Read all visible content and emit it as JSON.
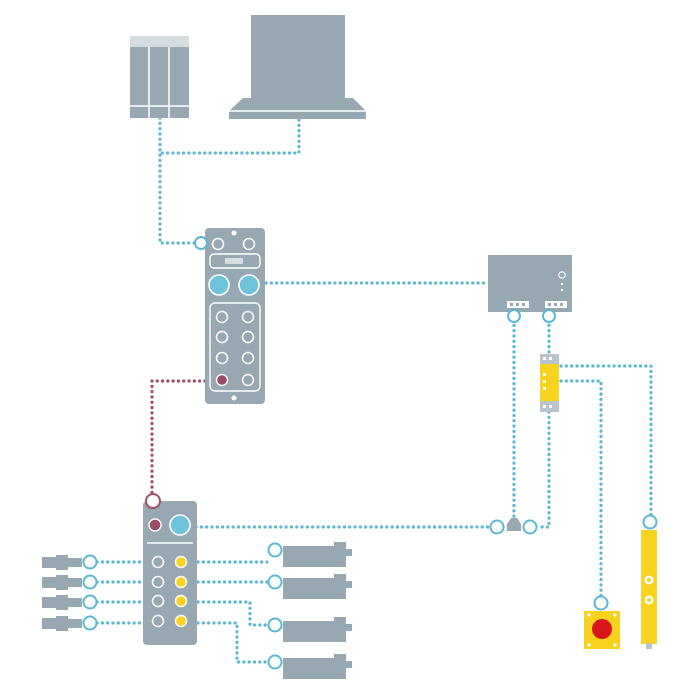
{
  "diagram": {
    "type": "network-topology",
    "colors": {
      "device": "#97a8b3",
      "device_light": "#b7c4cc",
      "device_top": "#d6dde1",
      "link": "#5bb8d4",
      "link_power": "#a14e6c",
      "port_blue": "#6fc3db",
      "port_red": "#9a4d66",
      "safety_yellow": "#f7d21e",
      "button_red": "#d8171c",
      "background": "#ffffff"
    },
    "devices": [
      {
        "id": "server",
        "icon": "server-rack-icon"
      },
      {
        "id": "laptop",
        "icon": "laptop-icon"
      },
      {
        "id": "fieldbus-module",
        "icon": "io-link-master-icon"
      },
      {
        "id": "safety-controller",
        "icon": "controller-box-icon"
      },
      {
        "id": "safety-relay",
        "icon": "safety-relay-icon"
      },
      {
        "id": "io-hub",
        "icon": "io-hub-icon"
      },
      {
        "id": "t-connector",
        "icon": "t-splitter-icon"
      },
      {
        "id": "emergency-stop",
        "icon": "emergency-stop-icon"
      },
      {
        "id": "light-curtain",
        "icon": "light-curtain-icon"
      },
      {
        "id": "sensors",
        "count": 4,
        "icon": "sensor-icon"
      },
      {
        "id": "actuators",
        "count": 4,
        "icon": "actuator-icon"
      }
    ]
  }
}
